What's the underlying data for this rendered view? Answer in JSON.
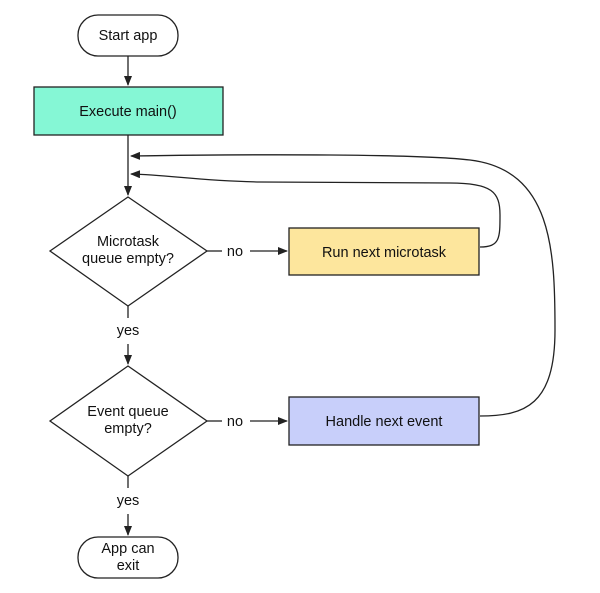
{
  "nodes": {
    "start": {
      "label": "Start app"
    },
    "main": {
      "label": "Execute main()",
      "fill": "#85f7d5"
    },
    "microtask_check": {
      "line1": "Microtask",
      "line2": "queue empty?"
    },
    "run_microtask": {
      "label": "Run next microtask",
      "fill": "#fde69d"
    },
    "event_check": {
      "line1": "Event queue",
      "line2": "empty?"
    },
    "handle_event": {
      "label": "Handle next event",
      "fill": "#c8cffa"
    },
    "exit": {
      "line1": "App can",
      "line2": "exit"
    }
  },
  "edges": {
    "microtask_no": "no",
    "microtask_yes": "yes",
    "event_no": "no",
    "event_yes": "yes"
  },
  "colors": {
    "stroke": "#222222",
    "background": "#ffffff"
  }
}
